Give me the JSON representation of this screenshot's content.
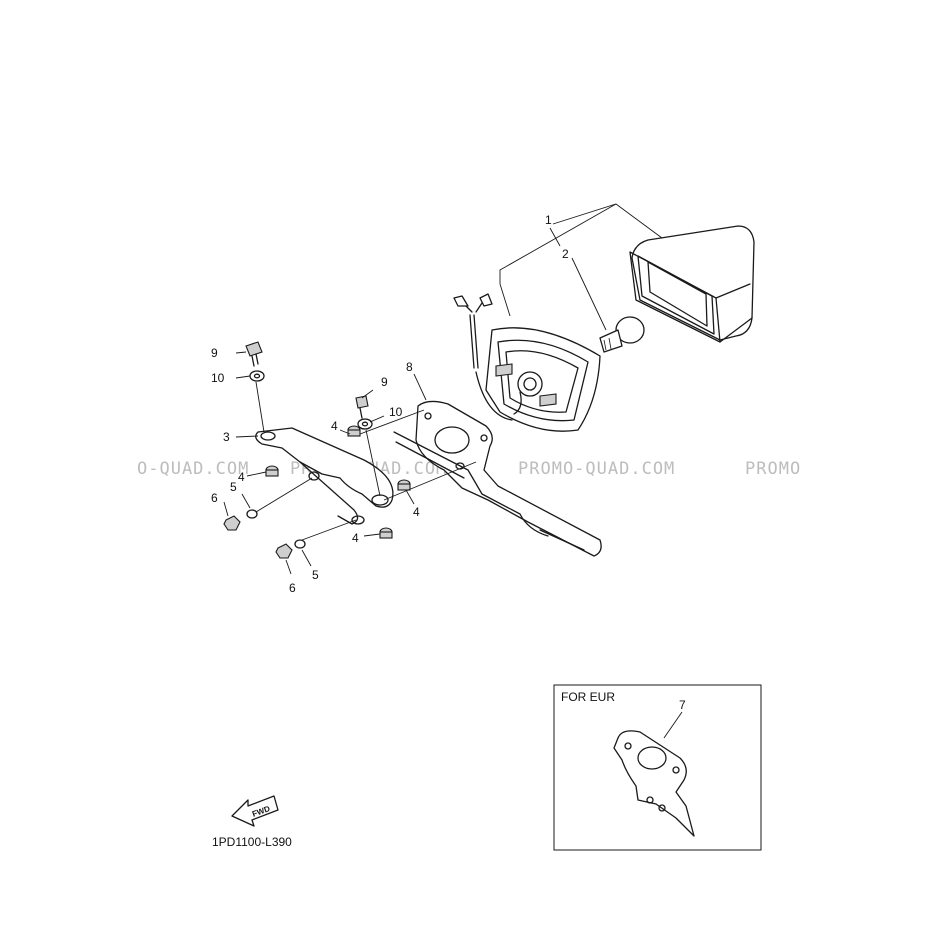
{
  "watermark": {
    "text_left": "O-QUAD.COM",
    "text_mid": "PROMO-QUAD.COM",
    "text_right": "PROMO-QUAD.COM",
    "text_edge": "PROMO"
  },
  "callouts": {
    "c1": "1",
    "c2": "2",
    "c3": "3",
    "c4a": "4",
    "c4b": "4",
    "c4c": "4",
    "c4d": "4",
    "c5a": "5",
    "c5b": "5",
    "c6a": "6",
    "c6b": "6",
    "c7": "7",
    "c8": "8",
    "c9a": "9",
    "c9b": "9",
    "c10a": "10",
    "c10b": "10"
  },
  "inset": {
    "title": "FOR EUR"
  },
  "fwd_label": "FWD",
  "diagram_code": "1PD1100-L390"
}
